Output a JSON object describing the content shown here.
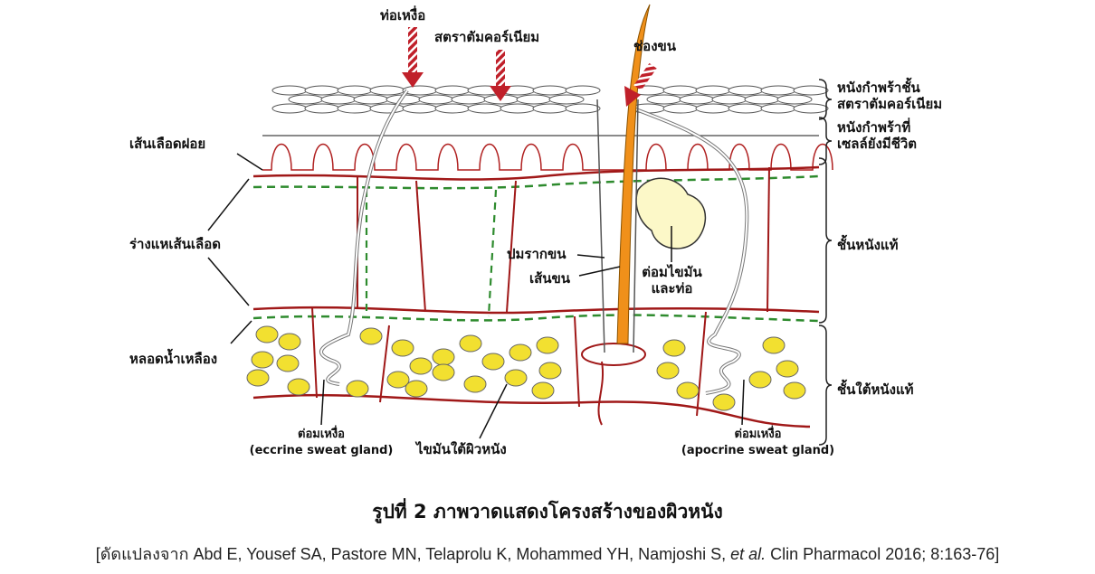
{
  "labels": {
    "sweat_duct": "ท่อเหงื่อ",
    "stratum_corneum": "สตราตัมคอร์เนียม",
    "hair_pore": "ช่องขน",
    "capillary": "เส้นเลือดฝอย",
    "vascular_plexus": "ร่างแหเส้นเลือด",
    "lymph_vessel": "หลอดน้ำเหลือง",
    "hair_bulb": "ปมรากขน",
    "hair_shaft": "เส้นขน",
    "sebaceous_gland_1": "ต่อมไขมัน",
    "sebaceous_gland_2": "และท่อ",
    "eccrine_1": "ต่อมเหงื่อ",
    "eccrine_2": "(eccrine sweat gland)",
    "subcutaneous_fat": "ไขมันใต้ผิวหนัง",
    "apocrine_1": "ต่อมเหงื่อ",
    "apocrine_2": "(apocrine sweat gland)"
  },
  "layers": {
    "sc_1": "หนังกำพร้าชั้น",
    "sc_2": "สตราตัมคอร์เนียม",
    "viable_1": "หนังกำพร้าที่",
    "viable_2": "เซลล์ยังมีชีวิต",
    "dermis": "ชั้นหนังแท้",
    "hypodermis": "ชั้นใต้หนังแท้"
  },
  "caption": "รูปที่ 2 ภาพวาดแสดงโครงสร้างของผิวหนัง",
  "citation": {
    "pre": "[ดัดแปลงจาก Abd E, Yousef SA, Pastore MN, Telaprolu K, Mohammed YH, Namjoshi S, ",
    "italic": "et al.",
    "post": " Clin Pharmacol 2016; 8:163-76]"
  },
  "colors": {
    "vessel": "#a01818",
    "lymph": "#2e8b2e",
    "fat": "#f2e030",
    "hair": "#f0901a"
  }
}
